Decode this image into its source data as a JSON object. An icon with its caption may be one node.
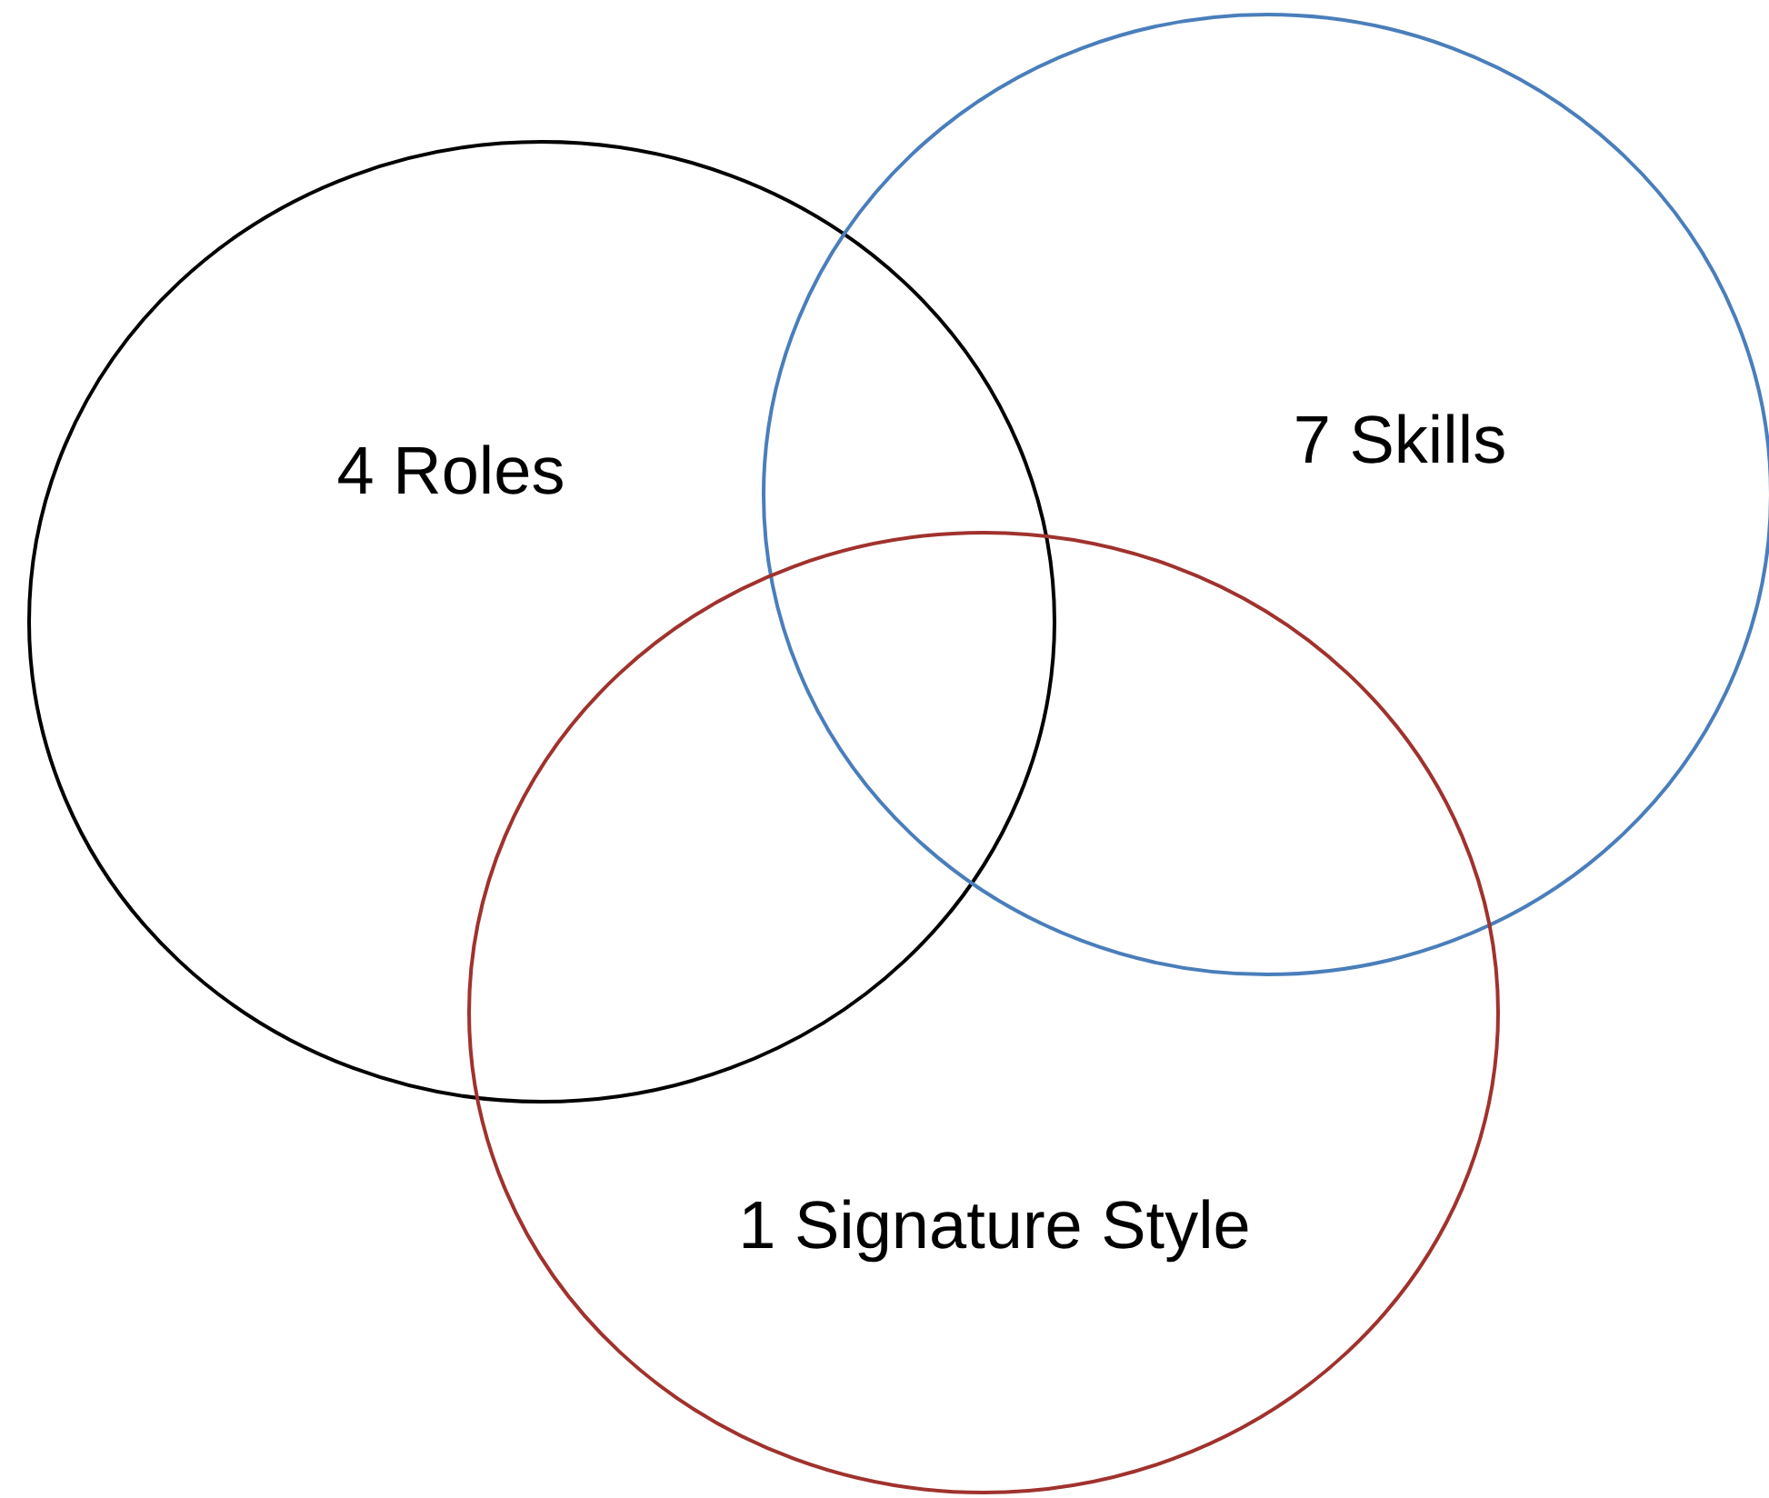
{
  "diagram": {
    "nodes": [
      {
        "text": [
          "4 Roles"
        ]
      },
      {
        "text": [
          "7 Skills"
        ]
      },
      {
        "text": [
          "1 Signature Style"
        ]
      }
    ]
  }
}
